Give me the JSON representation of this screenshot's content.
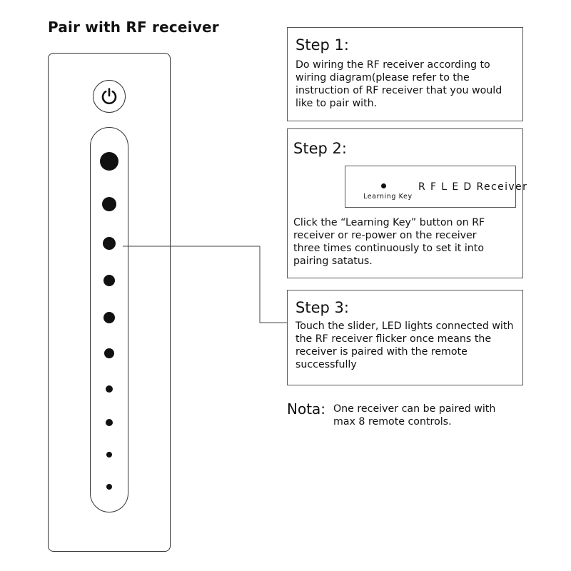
{
  "title": "Pair with RF receiver",
  "icons": {
    "power": "power-icon"
  },
  "steps": [
    {
      "title": "Step 1:",
      "text": "Do wiring the RF receiver according to\nwiring diagram(please refer to the\ninstruction of RF receiver that you would\nlike to pair with."
    },
    {
      "title": "Step 2:",
      "text": "Click the “Learning Key” button on RF\nreceiver or re-power on the receiver\nthree times continuously to set it into\npairing satatus."
    },
    {
      "title": "Step 3:",
      "text": "Touch the slider, LED lights connected with\nthe RF receiver flicker once means the\nreceiver is paired with the remote\nsuccessfully"
    }
  ],
  "receiver": {
    "label": "R F L E D Receiver",
    "learning_key": "Learning Key"
  },
  "nota": {
    "label": "Nota:",
    "text": "One receiver can be paired with\nmax 8 remote controls."
  }
}
